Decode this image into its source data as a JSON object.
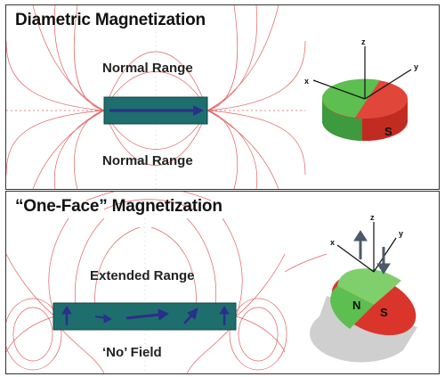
{
  "top": {
    "title": "Diametric Magnetization",
    "range_above": "Normal Range",
    "range_below": "Normal Range",
    "axes": {
      "x": "x",
      "y": "y",
      "z": "z"
    },
    "pole_s": "S"
  },
  "bottom": {
    "title": "“One-Face” Magnetization",
    "range_above": "Extended Range",
    "range_below": "‘No’ Field",
    "axes": {
      "x": "x",
      "y": "y",
      "z": "z"
    },
    "pole_n": "N",
    "pole_s": "S"
  },
  "colors": {
    "field_line": "#e06060",
    "magnet": "#1f6e6e",
    "arrow": "#2a2f8a",
    "north": "#4caf50",
    "south": "#d9352b"
  }
}
